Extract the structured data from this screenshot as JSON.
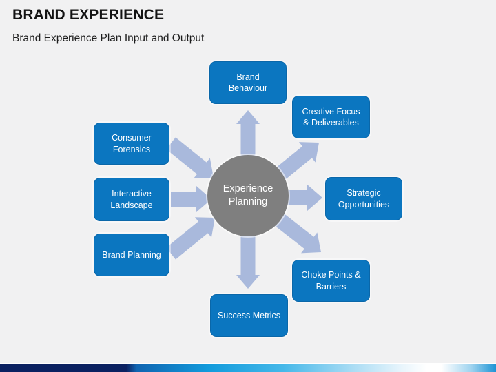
{
  "slide": {
    "title": "BRAND EXPERIENCE",
    "subtitle": "Brand Experience Plan Input and Output"
  },
  "diagram": {
    "center": {
      "label": "Experience Planning"
    },
    "inputs": [
      {
        "label": "Consumer Forensics"
      },
      {
        "label": "Interactive Landscape"
      },
      {
        "label": "Brand Planning"
      }
    ],
    "outputs": [
      {
        "label": "Brand Behaviour"
      },
      {
        "label": "Creative Focus & Deliverables"
      },
      {
        "label": "Strategic Opportunities"
      },
      {
        "label": "Choke Points & Barriers"
      },
      {
        "label": "Success Metrics"
      }
    ],
    "connections": [
      {
        "from": "Consumer Forensics",
        "to": "Experience Planning"
      },
      {
        "from": "Interactive Landscape",
        "to": "Experience Planning"
      },
      {
        "from": "Brand Planning",
        "to": "Experience Planning"
      },
      {
        "from": "Experience Planning",
        "to": "Brand Behaviour"
      },
      {
        "from": "Experience Planning",
        "to": "Creative Focus & Deliverables"
      },
      {
        "from": "Experience Planning",
        "to": "Strategic Opportunities"
      },
      {
        "from": "Experience Planning",
        "to": "Choke Points & Barriers"
      },
      {
        "from": "Experience Planning",
        "to": "Success Metrics"
      }
    ]
  },
  "colors": {
    "background": "#f1f1f2",
    "box_blue": "#0b76c0",
    "circle_gray": "#7f7f7f",
    "arrow_blue": "#a9b9dc",
    "footer_navy": "#0b2161",
    "footer_bright_blue": "#1d94d5"
  }
}
